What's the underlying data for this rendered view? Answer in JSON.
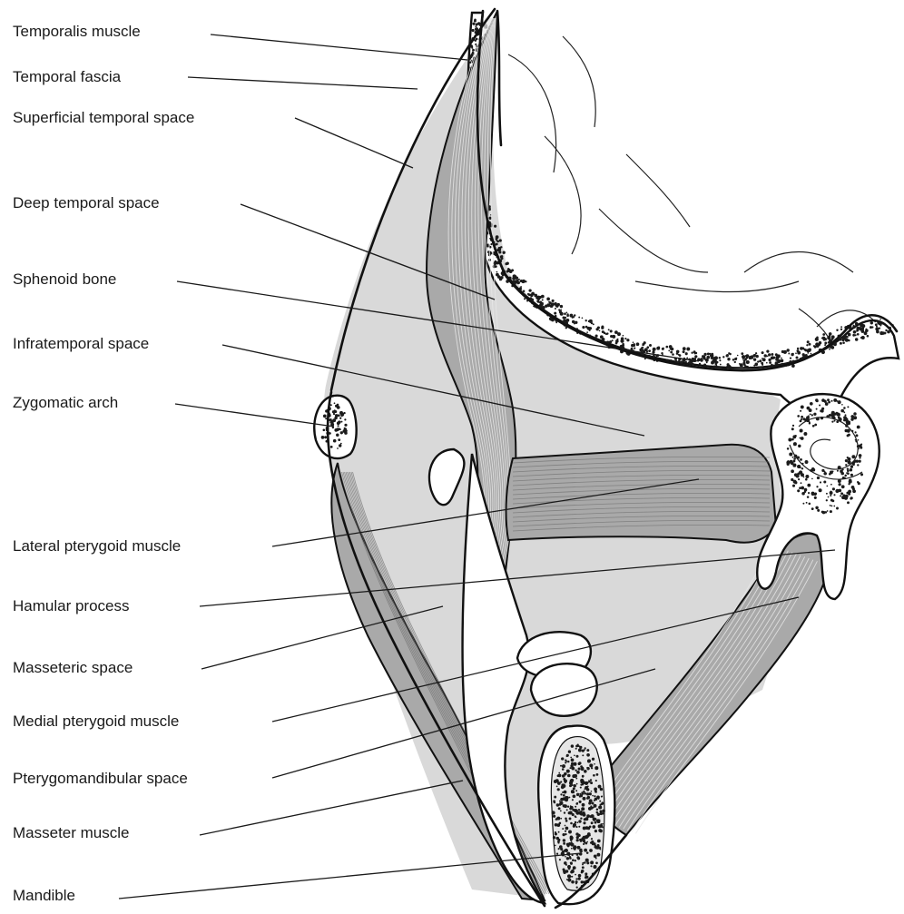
{
  "labels": {
    "temporalis_muscle": "Temporalis muscle",
    "temporal_fascia": "Temporal fascia",
    "superficial_temporal_space": "Superficial temporal space",
    "deep_temporal_space": "Deep temporal space",
    "sphenoid_bone": "Sphenoid bone",
    "infratemporal_space": "Infratemporal space",
    "zygomatic_arch": "Zygomatic arch",
    "lateral_pterygoid_muscle": "Lateral pterygoid muscle",
    "hamular_process": "Hamular process",
    "masseteric_space": "Masseteric space",
    "medial_pterygoid_muscle": "Medial pterygoid muscle",
    "pterygomandibular_space": "Pterygomandibular space",
    "masseter_muscle": "Masseter muscle",
    "mandible": "Mandible"
  },
  "colors": {
    "space_fill": "#d9d9d9",
    "muscle_fill": "#a9a9a9",
    "bone_fill": "#ffffff",
    "outline": "#111111"
  }
}
